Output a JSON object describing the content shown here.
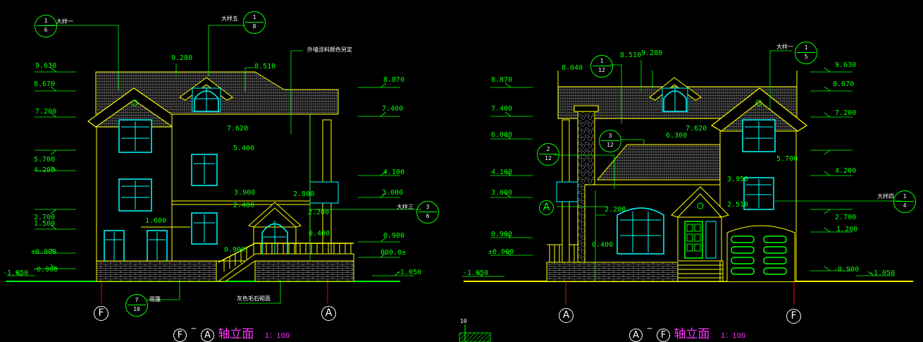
{
  "left_elevation": {
    "title_from_axis": "F",
    "title_tilde": "~",
    "title_to_axis": "A",
    "title_text": "轴立面",
    "scale": "1：100",
    "elevations_left": [
      "9.630",
      "8.670",
      "7.200",
      "5.700",
      "4.200",
      "2.700",
      "1.500",
      "±0.000",
      "-0.900",
      "-1.050"
    ],
    "elevations_right": [
      "8.870",
      "7.400",
      "4.100",
      "3.000",
      "0.900",
      "000.0±",
      "-1.050"
    ],
    "elevations_mid": [
      "9.280",
      "8.510",
      "7.620",
      "5.400",
      "3.900",
      "2.800",
      "2.400",
      "2.200",
      "1.600",
      "0.400",
      "0.900"
    ],
    "notes": [
      "外墙涂料颜色另定",
      "大样一",
      "大样五",
      "大样三",
      "灰色毛石砌面",
      "雨篷"
    ],
    "detail_refs": [
      {
        "top": "1",
        "bottom": "6"
      },
      {
        "top": "1",
        "bottom": "8"
      },
      {
        "top": "3",
        "bottom": "6"
      },
      {
        "top": "7",
        "bottom": "10"
      }
    ],
    "axis_labels": [
      "F",
      "A"
    ]
  },
  "right_elevation": {
    "title_from_axis": "A",
    "title_tilde": "~",
    "title_to_axis": "F",
    "title_text": "轴立面",
    "scale": "1：100",
    "elevations_left": [
      "8.870",
      "7.400",
      "6.000",
      "4.100",
      "3.000",
      "0.900",
      "±0.000",
      "-1.050"
    ],
    "elevations_right": [
      "9.630",
      "8.670",
      "7.200",
      "5.700",
      "4.200",
      "2.700",
      "1.200",
      "-0.900",
      "-1.050"
    ],
    "elevations_mid": [
      "8.040",
      "8.510",
      "9.280",
      "7.620",
      "6.300",
      "3.950",
      "2.510",
      "2.200",
      "0.400"
    ],
    "notes": [
      "大样一",
      "大样四"
    ],
    "detail_refs": [
      {
        "top": "1",
        "bottom": "12"
      },
      {
        "top": "1",
        "bottom": "5"
      },
      {
        "top": "3",
        "bottom": "12"
      },
      {
        "top": "2",
        "bottom": "12"
      },
      {
        "top": "1",
        "bottom": "4"
      }
    ],
    "axis_labels": [
      "A",
      "F"
    ],
    "side_axis": "A"
  },
  "fragment_label": "10",
  "colors": {
    "background": "#000000",
    "dimension": "#00ff00",
    "building": "#ffff00",
    "windows": "#00ffff",
    "roof_tile": "#aaaaaa",
    "text": "#ffffff",
    "title": "#ff33ff",
    "axis_line": "#ff0000"
  }
}
